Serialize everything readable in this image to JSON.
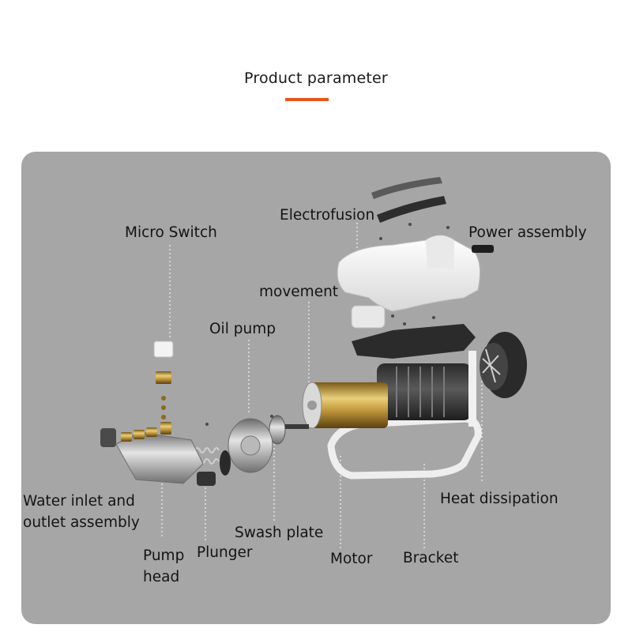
{
  "header": {
    "title": "Product parameter",
    "accent_color": "#e8541e"
  },
  "panel": {
    "background_color": "#a6a6a6"
  },
  "labels": {
    "electrofusion": "Electrofusion",
    "micro_switch": "Micro Switch",
    "power_assembly": "Power assembly",
    "movement": "movement",
    "oil_pump": "Oil pump",
    "water_inlet_line1": "Water inlet and",
    "water_inlet_line2": "outlet assembly",
    "heat_dissipation": "Heat dissipation",
    "swash_plate": "Swash plate",
    "pump_head_line1": "Pump",
    "pump_head_line2": "head",
    "plunger": "Plunger",
    "motor": "Motor",
    "bracket": "Bracket"
  }
}
